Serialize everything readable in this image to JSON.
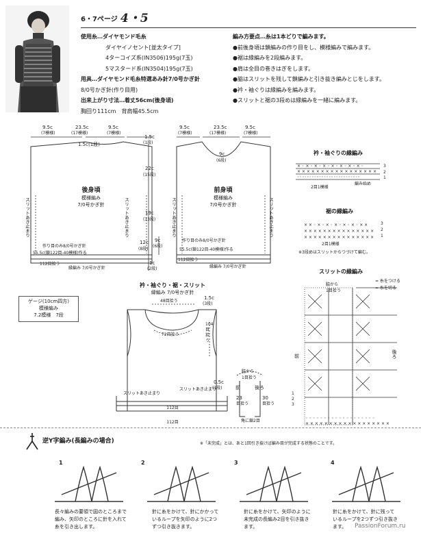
{
  "header": {
    "pages": "6・7ページ",
    "number": "4・5"
  },
  "spec": {
    "lines": [
      "使用糸…ダイヤモンド毛糸",
      "ダイヤイノセント[並太タイプ]",
      "4ターコイズ系(IN3506)195g(7玉)",
      "5マスタード系(IN3504)195g(7玉)",
      "用具…ダイヤモンド毛糸特選あみ針7/0号かぎ針",
      "8/0号かぎ針(作り目用)",
      "出来上がり寸法…着丈56cm(後身頃)",
      "胸回り111cm　背肩幅45.5cm"
    ]
  },
  "notes": {
    "lines": [
      "編み方要点…糸は1本どりで編みます。",
      "●前後身頃は鎖編みの作り目をし、模様編みで編みます。",
      "●裾は縁編みを2段編みます。",
      "●肩は全目の巻きはぎをします。",
      "●脇はスリットを残して鎖編みと引き抜き編みとじをします。",
      "●衿・袖ぐりは縁編みを編みます。",
      "●スリットと裾の3段めは縁編みを一緒に編みます。"
    ]
  },
  "back": {
    "top_dims": [
      "9.5c",
      "(7模様)",
      "23.5c",
      "(17模様)",
      "9.5c",
      "(7模様)"
    ],
    "neck": "1.5c(1段)",
    "title": "後身頃",
    "sub1": "模様編み",
    "sub2": "7/0号かぎ針",
    "slit": "スリットあき止まり",
    "cast_on_note": "作り目のみ8/0号かぎ針",
    "cast_on": "55.5c(鎖122目-40模様)作る",
    "edge_count": "112目拾う",
    "edge": "縁編み 7/0号かぎ針"
  },
  "middle": {
    "d1": "1.5c",
    "d1b": "(1段)",
    "d2": "22c",
    "d2b": "(15段)",
    "d3": "19c",
    "d3b": "(13段)",
    "d4": "9c",
    "d4b": "(6段)",
    "d5": "12c",
    "d5b": "(8段)",
    "d6": "1c",
    "d6b": "(2段)"
  },
  "front": {
    "top_dims": [
      "9.5c",
      "(7模様)",
      "23.5c",
      "(17模様)",
      "9.5c",
      "(7模様)"
    ],
    "neck": "9c",
    "neck_b": "(6段)",
    "title": "前身頃",
    "sub1": "模様編み",
    "sub2": "7/0号かぎ針",
    "slit": "スリットあき止まり",
    "cast_on_note": "作り目のみ8/0号かぎ針",
    "cast_on": "55.5c(鎖122目-40模様)作る",
    "edge_count": "112目拾う",
    "edge": "縁編み 7/0号かぎ針"
  },
  "finish": {
    "title": "衿・袖ぐり・裾・スリット",
    "sub": "縁編み 7/0号かぎ針",
    "neck_top": "48目拾う",
    "neck_front": "72目拾う",
    "arm": "104目拾う",
    "edge_top": "1.5c",
    "edge_top_b": "(3段)",
    "edge_side": "0.5c",
    "edge_side_b": "(1段)",
    "slit_left": "スリットあき止まり",
    "slit_right": "スリットあき止まり",
    "hem1": "112目",
    "hem2": "112目"
  },
  "gauge": {
    "l1": "ゲージ(10cm四方)",
    "l2": "模様編み",
    "l3": "7.2模様　7段"
  },
  "corner": {
    "l1": "脇から",
    "l2": "1目拾う",
    "front": "前",
    "back": "後ろ",
    "n1": "23",
    "n1b": "目拾う",
    "n2": "30",
    "n2b": "目拾う",
    "note": "角に鎖2目"
  },
  "chart_collar": {
    "title": "衿・袖ぐりの縁編み",
    "rep": "2目1模様",
    "start": "編み始め",
    "rows": [
      "3",
      "2",
      "1"
    ]
  },
  "chart_hem": {
    "title": "裾の縁編み",
    "rep": "2目1模様",
    "note": "※3段めはスリットからつづけて編む。",
    "rows": [
      "3",
      "2",
      "1"
    ]
  },
  "chart_slit": {
    "title": "スリットの縁編み",
    "legend1": "= 糸をつける",
    "legend2": "= 糸を切る",
    "from1": "脇から",
    "from2": "1目拾う",
    "front": "前",
    "back": "後ろ",
    "rows": [
      "1",
      "2",
      "3"
    ]
  },
  "technique": {
    "title": "逆Y字編み(長編みの場合)",
    "note": "※「未完成」とは、あと1回引き抜けば編み目が完成する状態のことです。",
    "steps": [
      {
        "num": "1",
        "c1": "長々編みの要領で図のところまで",
        "c2": "編み、矢印のところに針を入れて",
        "c3": "糸を引き出します。"
      },
      {
        "num": "2",
        "c1": "針に糸をかけて、針にかかって",
        "c2": "いるループを矢印のように2つ",
        "c3": "ずつ引き抜きます。"
      },
      {
        "num": "3",
        "c1": "針に糸をかけて、矢印のように",
        "c2": "未完成の長編み2目を引き抜き",
        "c3": "ます。"
      },
      {
        "num": "4",
        "c1": "針に糸をかけて、針に残って",
        "c2": "いるループを2つずつ引き抜き",
        "c3": "ます。"
      }
    ]
  },
  "watermark": "PassionForum.ru"
}
